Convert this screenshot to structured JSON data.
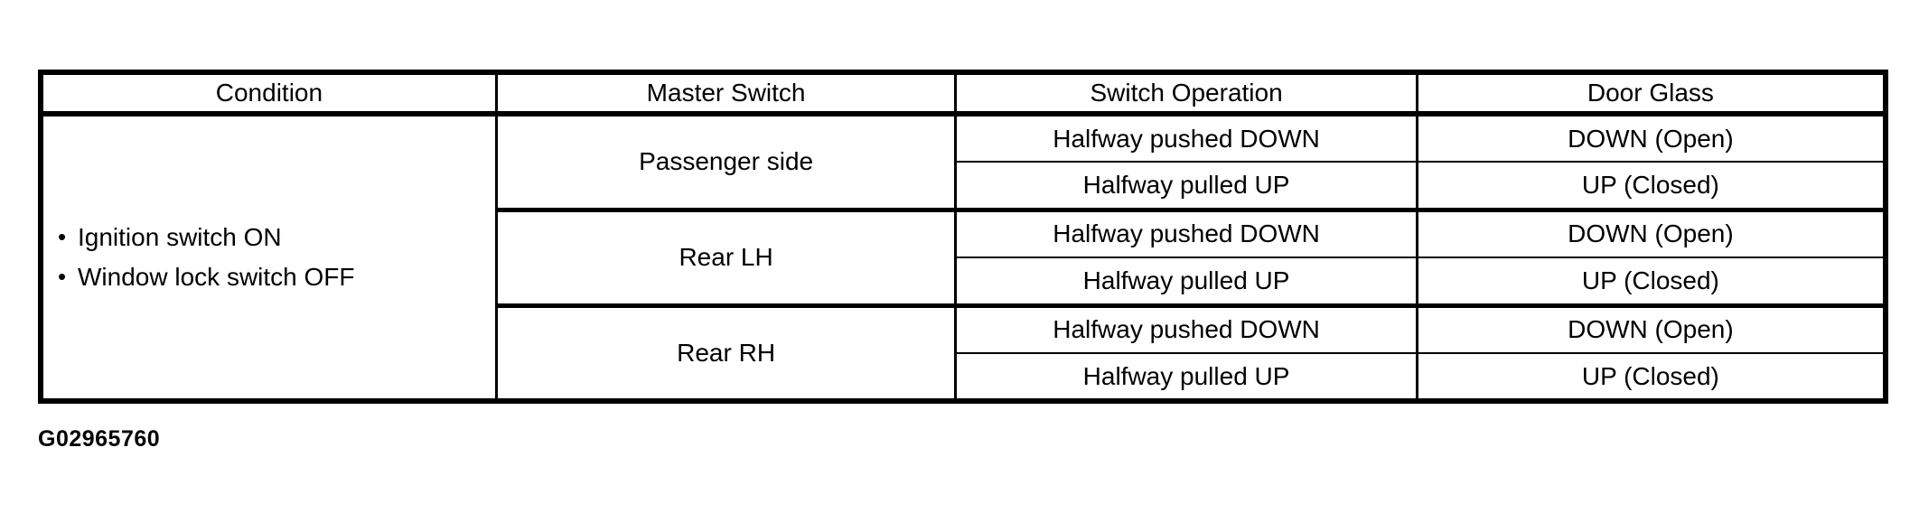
{
  "page": {
    "background_color": "#ffffff",
    "border_color": "#000000",
    "text_color": "#000000"
  },
  "figure_label": "G02965760",
  "table": {
    "headers": [
      {
        "label": "Condition"
      },
      {
        "label": "Master Switch"
      },
      {
        "label": "Switch Operation"
      },
      {
        "label": "Door Glass"
      }
    ],
    "condition": {
      "bullet": "•",
      "items": [
        "Ignition switch ON",
        "Window lock switch OFF"
      ]
    },
    "groups": [
      {
        "master_switch": "Passenger side",
        "rows": [
          {
            "switch_operation": "Halfway pushed DOWN",
            "door_glass": "DOWN (Open)"
          },
          {
            "switch_operation": "Halfway pulled UP",
            "door_glass": "UP (Closed)"
          }
        ]
      },
      {
        "master_switch": "Rear LH",
        "rows": [
          {
            "switch_operation": "Halfway pushed DOWN",
            "door_glass": "DOWN (Open)"
          },
          {
            "switch_operation": "Halfway pulled UP",
            "door_glass": "UP (Closed)"
          }
        ]
      },
      {
        "master_switch": "Rear RH",
        "rows": [
          {
            "switch_operation": "Halfway pushed DOWN",
            "door_glass": "DOWN (Open)"
          },
          {
            "switch_operation": "Halfway pulled UP",
            "door_glass": "UP (Closed)"
          }
        ]
      }
    ]
  }
}
